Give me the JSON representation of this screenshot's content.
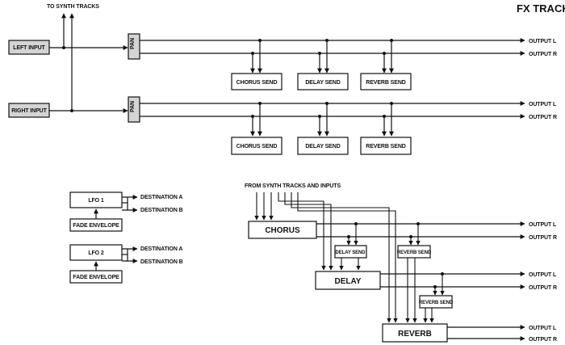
{
  "title": "FX TRACK",
  "top": {
    "to_synth_tracks": "TO SYNTH TRACKS",
    "left_input": "LEFT INPUT",
    "right_input": "RIGHT INPUT",
    "pan": "PAN",
    "chorus_send": "CHORUS SEND",
    "delay_send": "DELAY SEND",
    "reverb_send": "REVERB SEND",
    "output_l": "OUTPUT L",
    "output_r": "OUTPUT R"
  },
  "lfo": {
    "lfo1": "LFO 1",
    "lfo2": "LFO 2",
    "fade_envelope": "FADE ENVELOPE",
    "destination_a": "DESTINATION A",
    "destination_b": "DESTINATION B"
  },
  "fx": {
    "from_label": "FROM SYNTH TRACKS AND INPUTS",
    "chorus": "CHORUS",
    "delay": "DELAY",
    "reverb": "REVERB",
    "delay_send": "DELAY SEND",
    "reverb_send": "REVERB SEND",
    "output_l": "OUTPUT L",
    "output_r": "OUTPUT R"
  }
}
